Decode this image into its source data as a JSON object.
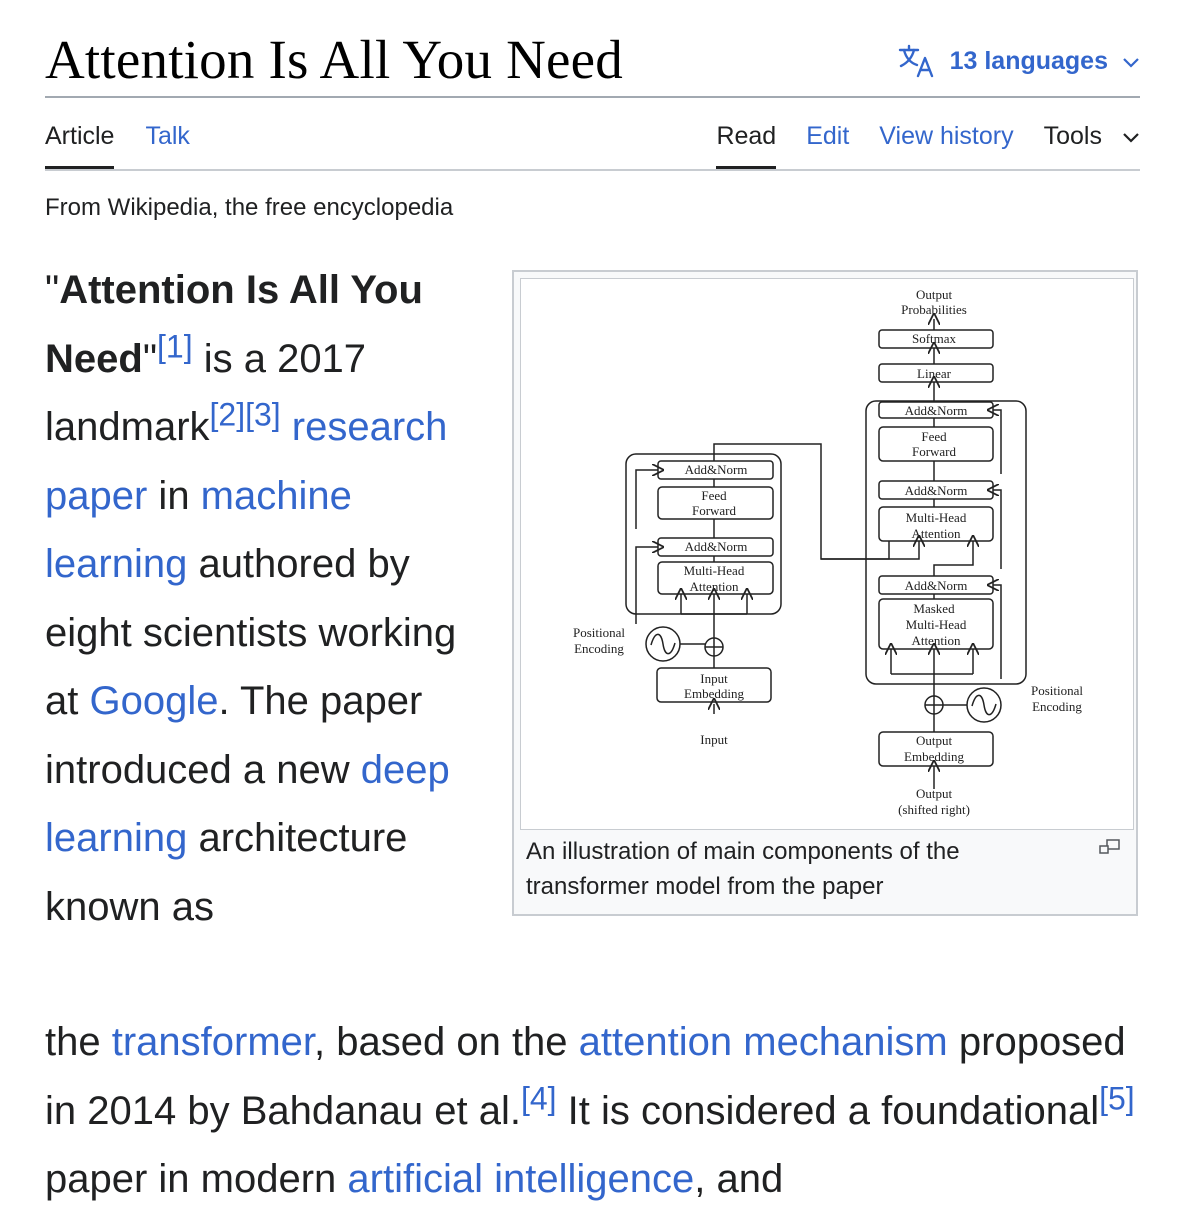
{
  "page": {
    "title": "Attention Is All You Need",
    "languages_label": "13 languages",
    "tagline": "From Wikipedia, the free encyclopedia"
  },
  "tabs": {
    "article": "Article",
    "talk": "Talk",
    "read": "Read",
    "edit": "Edit",
    "view_history": "View history",
    "tools": "Tools"
  },
  "lead": {
    "quote_open": "\"",
    "bold_title": "Attention Is All You Need",
    "quote_close": "\"",
    "ref1": "[1]",
    "t1": " is a 2017 landmark",
    "ref2": "[2]",
    "ref3": "[3]",
    "t2": " ",
    "link_research_paper": "research paper",
    "t3": " in ",
    "link_machine_learning": "machine learning",
    "t4": " authored by eight scientists working at ",
    "link_google": "Google",
    "t5": ". The paper introduced a new ",
    "link_deep_learning": "deep learning",
    "t6": " architecture known as",
    "t7": "the ",
    "link_transformer": "transformer",
    "t8": ", based on the ",
    "link_attention_mechanism": "attention mechanism",
    "t9": " proposed in 2014 by Bahdanau et al.",
    "ref4": "[4]",
    "t10": " It is considered a foundational",
    "ref5": "[5]",
    "t11": " paper in modern ",
    "link_ai": "artificial intelligence",
    "t12": ", and"
  },
  "figure": {
    "caption": "An illustration of main components of the transformer model from the paper",
    "diagram": {
      "output_probabilities": [
        "Output",
        "Probabilities"
      ],
      "softmax": "Softmax",
      "linear": "Linear",
      "add_norm": "Add&Norm",
      "feed_forward": [
        "Feed",
        "Forward"
      ],
      "multi_head_attention": [
        "Multi-Head",
        "Attention"
      ],
      "masked_multi_head_attention": [
        "Masked",
        "Multi-Head",
        "Attention"
      ],
      "positional_encoding": [
        "Positional",
        "Encoding"
      ],
      "input_embedding": [
        "Input",
        "Embedding"
      ],
      "output_embedding": [
        "Output",
        "Embedding"
      ],
      "input": "Input",
      "output_shifted": [
        "Output",
        "(shifted right)"
      ]
    }
  }
}
